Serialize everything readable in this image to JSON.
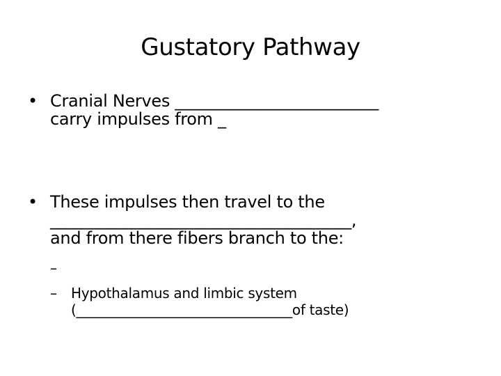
{
  "slide": {
    "title": "Gustatory Pathway",
    "bullet_marker": "•",
    "dash_marker": "–",
    "bullets": [
      {
        "lines": [
          "Cranial Nerves _________________________",
          "carry impulses from _"
        ]
      },
      {
        "lines": [
          "These impulses then travel to the",
          "_____________________________________,",
          "and from there fibers branch to the:"
        ]
      }
    ],
    "sub_bullets": [
      {
        "lines": [
          ""
        ]
      },
      {
        "lines": [
          "Hypothalamus and limbic system",
          "(________________________________of taste)"
        ]
      }
    ]
  }
}
